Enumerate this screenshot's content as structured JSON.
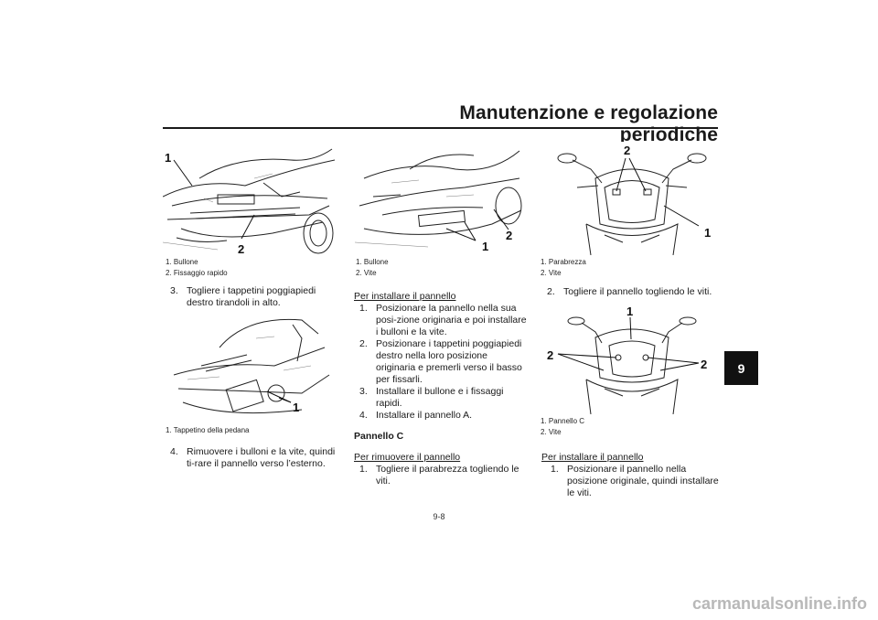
{
  "header": {
    "title": "Manutenzione e regolazione periodiche",
    "chapter": "9"
  },
  "figures": {
    "fig1": {
      "callouts": [
        "1",
        "2"
      ],
      "captions": [
        "1. Bullone",
        "2. Fissaggio rapido"
      ]
    },
    "fig2": {
      "callouts": [
        "1"
      ],
      "captions": [
        "1. Tappetino della pedana"
      ]
    },
    "fig3": {
      "callouts": [
        "1",
        "2"
      ],
      "captions": [
        "1. Bullone",
        "2. Vite"
      ]
    },
    "fig4": {
      "callouts": [
        "1",
        "2"
      ],
      "captions": [
        "1. Parabrezza",
        "2. Vite"
      ]
    },
    "fig5": {
      "callouts": [
        "1",
        "2",
        "2"
      ],
      "captions": [
        "1. Pannello C",
        "2. Vite"
      ]
    }
  },
  "col1": {
    "step3": {
      "num": "3.",
      "text": "Togliere i tappetini poggiapiedi destro tirandoli in alto."
    },
    "step4": {
      "num": "4.",
      "text": "Rimuovere i bulloni e la vite, quindi ti-rare il pannello verso l’esterno."
    }
  },
  "col2": {
    "install_heading": "Per installare il pannello",
    "install_steps": [
      {
        "num": "1.",
        "text": "Posizionare la pannello nella sua posi-zione originaria e poi installare i bulloni e la vite."
      },
      {
        "num": "2.",
        "text": "Posizionare i tappetini poggiapiedi destro nella loro posizione originaria e premerli verso il basso per fissarli."
      },
      {
        "num": "3.",
        "text": "Installare il bullone e i fissaggi rapidi."
      },
      {
        "num": "4.",
        "text": "Installare il pannello A."
      }
    ],
    "section_title": "Pannello C",
    "remove_heading": "Per rimuovere il pannello",
    "remove_step1": {
      "num": "1.",
      "text": "Togliere il parabrezza togliendo le viti."
    }
  },
  "col3": {
    "step2": {
      "num": "2.",
      "text": "Togliere il pannello togliendo le viti."
    },
    "install_heading": "Per installare il pannello",
    "install_step1": {
      "num": "1.",
      "text": "Posizionare il pannello nella posizione originale, quindi installare le viti."
    }
  },
  "footer": {
    "page_number": "9-8"
  },
  "watermark": "carmanualsonline.info"
}
